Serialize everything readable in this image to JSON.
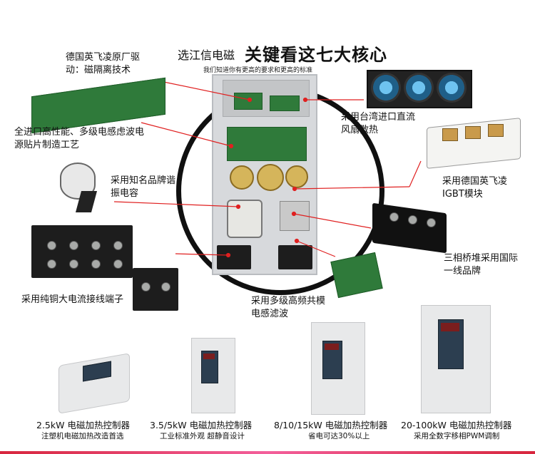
{
  "header": {
    "prefix": "选江信电磁",
    "key": "关键看这七大核心",
    "subtitle": "我们知道你有更高的要求和更高的标准"
  },
  "callouts": {
    "driver": "德国英飞凌原厂驱动：磁隔离技术",
    "smd": "全进口高性能、多级电感虑波电源贴片制造工艺",
    "capacitor": "采用知名品牌谐振电容",
    "terminal": "采用纯铜大电流接线端子",
    "fan": "采用台湾进口直流风扇散热",
    "igbt": "采用德国英飞凌IGBT模块",
    "bridge": "三相桥堆采用国际一线品牌",
    "filter": "采用多级高频共模电感滤波"
  },
  "products": [
    {
      "name": "2.5kW 电磁加热控制器",
      "desc": "注塑机电磁加热改造首选"
    },
    {
      "name": "3.5/5kW 电磁加热控制器",
      "desc": "工业标准外观 超静音设计"
    },
    {
      "name": "8/10/15kW 电磁加热控制器",
      "desc": "省电可达30%以上"
    },
    {
      "name": "20-100kW 电磁加热控制器",
      "desc": "采用全数字移相PWM调制"
    }
  ],
  "colors": {
    "accent": "#d7263d",
    "pointer": "#e02020",
    "ring": "#101010"
  },
  "icons": [
    "fan-icon",
    "igbt-module-icon",
    "bridge-rectifier-icon",
    "capacitor-icon",
    "terminal-block-icon",
    "pcb-icon",
    "filter-board-icon"
  ]
}
